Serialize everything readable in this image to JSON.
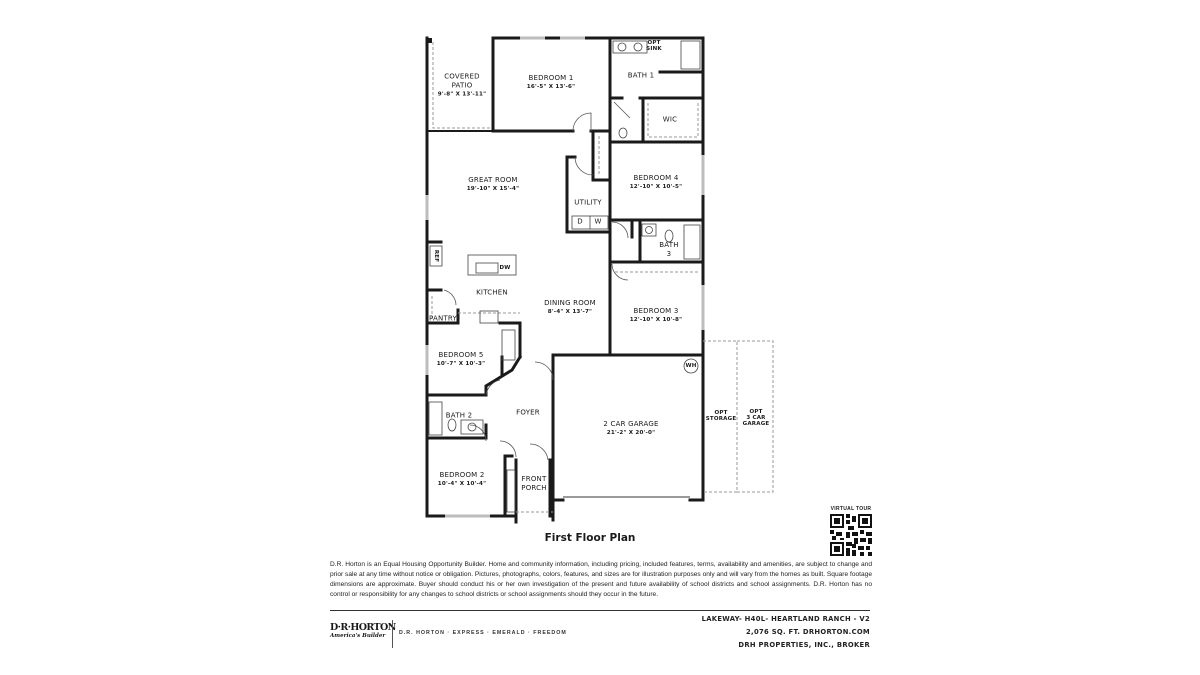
{
  "plan": {
    "title": "First Floor Plan",
    "rooms": [
      {
        "id": "covered-patio",
        "name": "COVERED PATIO",
        "line2": "",
        "dims": "9'-8\" X 13'-11\""
      },
      {
        "id": "bedroom-1",
        "name": "BEDROOM 1",
        "dims": "16'-5\" X 13'-6\""
      },
      {
        "id": "bath-1",
        "name": "BATH 1",
        "dims": ""
      },
      {
        "id": "opt-sink",
        "name": "OPT SINK",
        "dims": ""
      },
      {
        "id": "wic",
        "name": "WIC",
        "dims": ""
      },
      {
        "id": "great-room",
        "name": "GREAT ROOM",
        "dims": "19'-10\" X 15'-4\""
      },
      {
        "id": "utility",
        "name": "UTILITY",
        "dims": ""
      },
      {
        "id": "bedroom-4",
        "name": "BEDROOM 4",
        "dims": "12'-10\" X 10'-5\""
      },
      {
        "id": "bath-3",
        "name": "BATH 3",
        "dims": ""
      },
      {
        "id": "kitchen",
        "name": "KITCHEN",
        "dims": ""
      },
      {
        "id": "pantry",
        "name": "PANTRY",
        "dims": ""
      },
      {
        "id": "dining-room",
        "name": "DINING ROOM",
        "dims": "8'-4\" X 13'-7\""
      },
      {
        "id": "bedroom-3",
        "name": "BEDROOM 3",
        "dims": "12'-10\" X 10'-8\""
      },
      {
        "id": "bedroom-5",
        "name": "BEDROOM 5",
        "dims": "10'-7\" X 10'-3\""
      },
      {
        "id": "bath-2",
        "name": "BATH 2",
        "dims": ""
      },
      {
        "id": "foyer",
        "name": "FOYER",
        "dims": ""
      },
      {
        "id": "garage",
        "name": "2 CAR GARAGE",
        "dims": "21'-2\" X 20'-0\""
      },
      {
        "id": "opt-storage",
        "name": "OPT STORAGE",
        "dims": ""
      },
      {
        "id": "opt-3-car-garage",
        "name": "OPT 3 CAR GARAGE",
        "dims": ""
      },
      {
        "id": "bedroom-2",
        "name": "BEDROOM 2",
        "dims": "10'-4\" X 10'-4\""
      },
      {
        "id": "front-porch",
        "name": "FRONT PORCH",
        "dims": ""
      }
    ],
    "labels": {
      "patio_l1": "COVERED",
      "patio_l2": "PATIO",
      "patio_dims": "9'-8\" X 13'-11\"",
      "bed1": "BEDROOM 1",
      "bed1_dims": "16'-5\" X 13'-6\"",
      "bath1": "BATH 1",
      "opt_sink_l1": "OPT",
      "opt_sink_l2": "SINK",
      "wic": "WIC",
      "great": "GREAT ROOM",
      "great_dims": "19'-10\" X 15'-4\"",
      "utility": "UTILITY",
      "dryer": "D",
      "washer": "W",
      "bed4": "BEDROOM 4",
      "bed4_dims": "12'-10\" X 10'-5\"",
      "bath3_l1": "BATH",
      "bath3_l2": "3",
      "ref": "REF",
      "dw": "DW",
      "kitchen": "KITCHEN",
      "pantry": "PANTRY",
      "dining": "DINING ROOM",
      "dining_dims": "8'-4\" X 13'-7\"",
      "bed3": "BEDROOM 3",
      "bed3_dims": "12'-10\" X 10'-8\"",
      "bed5": "BEDROOM 5",
      "bed5_dims": "10'-7\" X 10'-3\"",
      "bath2": "BATH 2",
      "foyer": "FOYER",
      "wh": "WH",
      "garage": "2 CAR GARAGE",
      "garage_dims": "21'-2\" X 20'-0\"",
      "opt_storage_l1": "OPT",
      "opt_storage_l2": "STORAGE",
      "opt3_l1": "OPT",
      "opt3_l2": "3 CAR",
      "opt3_l3": "GARAGE",
      "bed2": "BEDROOM 2",
      "bed2_dims": "10'-4\" X 10'-4\"",
      "porch_l1": "FRONT",
      "porch_l2": "PORCH"
    }
  },
  "virtual_tour": {
    "label": "VIRTUAL TOUR"
  },
  "disclaimer": "D.R. Horton is an Equal Housing Opportunity Builder. Home and community information, including pricing, included features, terms, availability and amenities, are subject to change and prior sale at any time without notice or obligation. Pictures, photographs, colors, features, and sizes are for illustration purposes only and will vary from the homes as built. Square footage dimensions are approximate. Buyer should conduct his or her own investigation of the present and future availability of school districts and school assignments. D.R. Horton has no control or responsibility for any changes to school districts or school assignments should they occur in the future.",
  "footer": {
    "logo_main": "D·R·HORTON",
    "logo_tagline": "America's Builder",
    "brands": "D.R. HORTON · EXPRESS · EMERALD · FREEDOM",
    "plan_line": "LAKEWAY-  H40L- HEARTLAND RANCH - V2",
    "sqft_line": "2,076 SQ. FT.  DRHORTON.COM",
    "broker_line": "DRH PROPERTIES, INC., BROKER"
  },
  "colors": {
    "wall": "#1a1a1a",
    "dashed": "#9a9a9a",
    "background": "#ffffff"
  }
}
